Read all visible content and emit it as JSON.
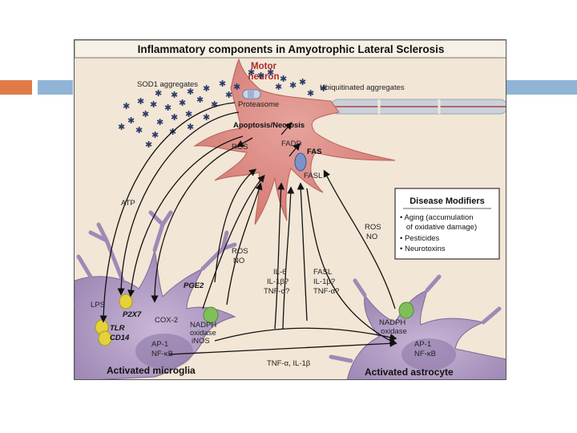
{
  "title": "Inflammatory components in Amyotrophic Lateral Sclerosis",
  "motor_neuron": [
    "Motor",
    "neuron"
  ],
  "labels": {
    "sod1": "SOD1 aggregates",
    "ubiquitinated": "Ubiquitinated aggregates",
    "proteasome": "Proteasome",
    "apoptosis": "Apoptosis/Necrosis",
    "ros_neuron": "ROS",
    "fadd": "FADD",
    "fas": "FAS",
    "fasl_neuron": "FASL",
    "atp": "ATP",
    "ros_microglia": "ROS",
    "no_microglia": "NO",
    "il6": "IL-6",
    "il1b_1": "IL-1β?",
    "tnfa_1": "TNF-α?",
    "fasl_astro": "FASL",
    "il1b_2": "IL-1β?",
    "tnfa_2": "TNF-α?",
    "ros_astro": "ROS",
    "no_astro": "NO",
    "pge2": "PGE2",
    "lps": "LPS",
    "p2x7": "P2X7",
    "tlr": "TLR",
    "cd14": "CD14",
    "cox2": "COX-2",
    "nadph_micro_1": "NADPH",
    "nadph_micro_2": "oxidase",
    "inos": "iNOS",
    "ap1_micro": "AP-1",
    "nfkb_micro": "NF-κB",
    "tnf_il1b": "TNF-α, IL-1β",
    "nadph_astro_1": "NADPH",
    "nadph_astro_2": "oxidase",
    "ap1_astro": "AP-1",
    "nfkb_astro": "NF-κB"
  },
  "cells": {
    "microglia": "Activated microglia",
    "astrocyte": "Activated astrocyte"
  },
  "disease_modifiers": {
    "title": "Disease Modifiers",
    "items": [
      "• Aging (accumulation",
      "   of oxidative damage)",
      "• Pesticides",
      "• Neurotoxins"
    ]
  },
  "colors": {
    "neuron": "#d9867f",
    "microglia": "#b3a0c4",
    "astrocyte": "#b3a0c4",
    "receptor_yellow": "#e3d23a",
    "receptor_green": "#7fbf5a",
    "fas_blue": "#7d93c8",
    "axon": "#c9d1da",
    "title_bar": "#f7f0e6"
  }
}
